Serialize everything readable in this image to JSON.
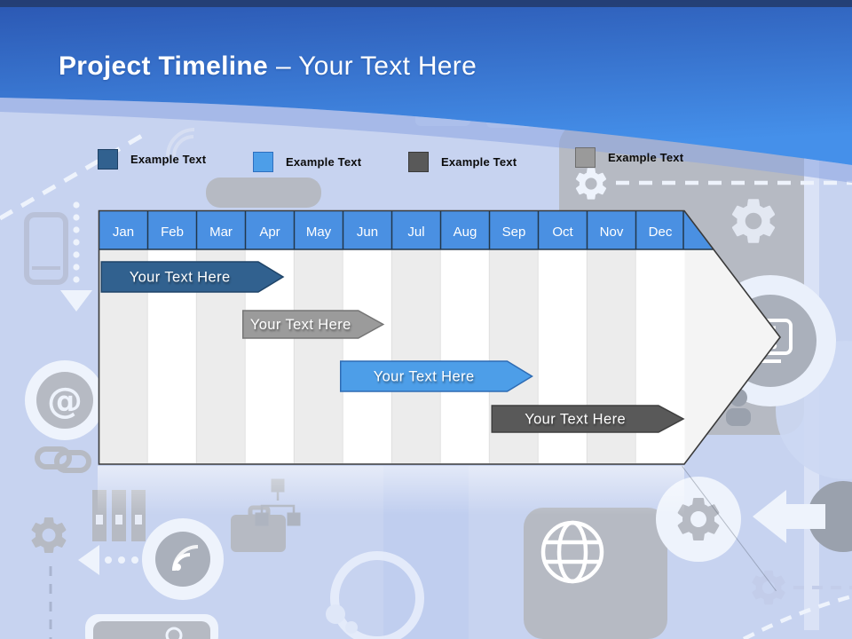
{
  "slide": {
    "title_bold": "Project Timeline",
    "title_rest": "– Your Text Here"
  },
  "legend": {
    "items": [
      {
        "label": "Example Text",
        "color": "#31618f",
        "border": "#1d3f63"
      },
      {
        "label": "Example Text",
        "color": "#4d9ee8",
        "border": "#2d6fc0"
      },
      {
        "label": "Example Text",
        "color": "#595959",
        "border": "#3a3a3a"
      },
      {
        "label": "Example Text",
        "color": "#9a9a9a",
        "border": "#6e6e6e"
      }
    ]
  },
  "chart_data": {
    "type": "bar",
    "subtype": "gantt-timeline",
    "title": "Project Timeline – Your Text Here",
    "categories": [
      "Jan",
      "Feb",
      "Mar",
      "Apr",
      "May",
      "Jun",
      "Jul",
      "Aug",
      "Sep",
      "Oct",
      "Nov",
      "Dec"
    ],
    "axis": {
      "header_color": "#4a90e2",
      "header_divider_color": "#22374b",
      "stripe_colors": [
        "#ececec",
        "#ffffff"
      ],
      "stripe_divider_color": "#d6d6d6",
      "outline_color": "#3a3a3a",
      "fill_color": "#f4f4f4"
    },
    "bars": [
      {
        "label": "Your Text Here",
        "start_month": 0.05,
        "end_month": 3.8,
        "row": 0,
        "color": "#31618f",
        "border": "#1f4468"
      },
      {
        "label": "Your Text Here",
        "start_month": 2.95,
        "end_month": 5.85,
        "row": 1,
        "color": "#9b9b9b",
        "border": "#757575"
      },
      {
        "label": "Your Text Here",
        "start_month": 4.95,
        "end_month": 8.9,
        "row": 2,
        "color": "#4d9ee8",
        "border": "#2e6cb4"
      },
      {
        "label": "Your Text Here",
        "start_month": 8.05,
        "end_month": 12.0,
        "row": 3,
        "color": "#595959",
        "border": "#3f3f3f"
      }
    ],
    "legend_position": "top",
    "legend_entries": [
      "Example Text",
      "Example Text",
      "Example Text",
      "Example Text"
    ]
  }
}
